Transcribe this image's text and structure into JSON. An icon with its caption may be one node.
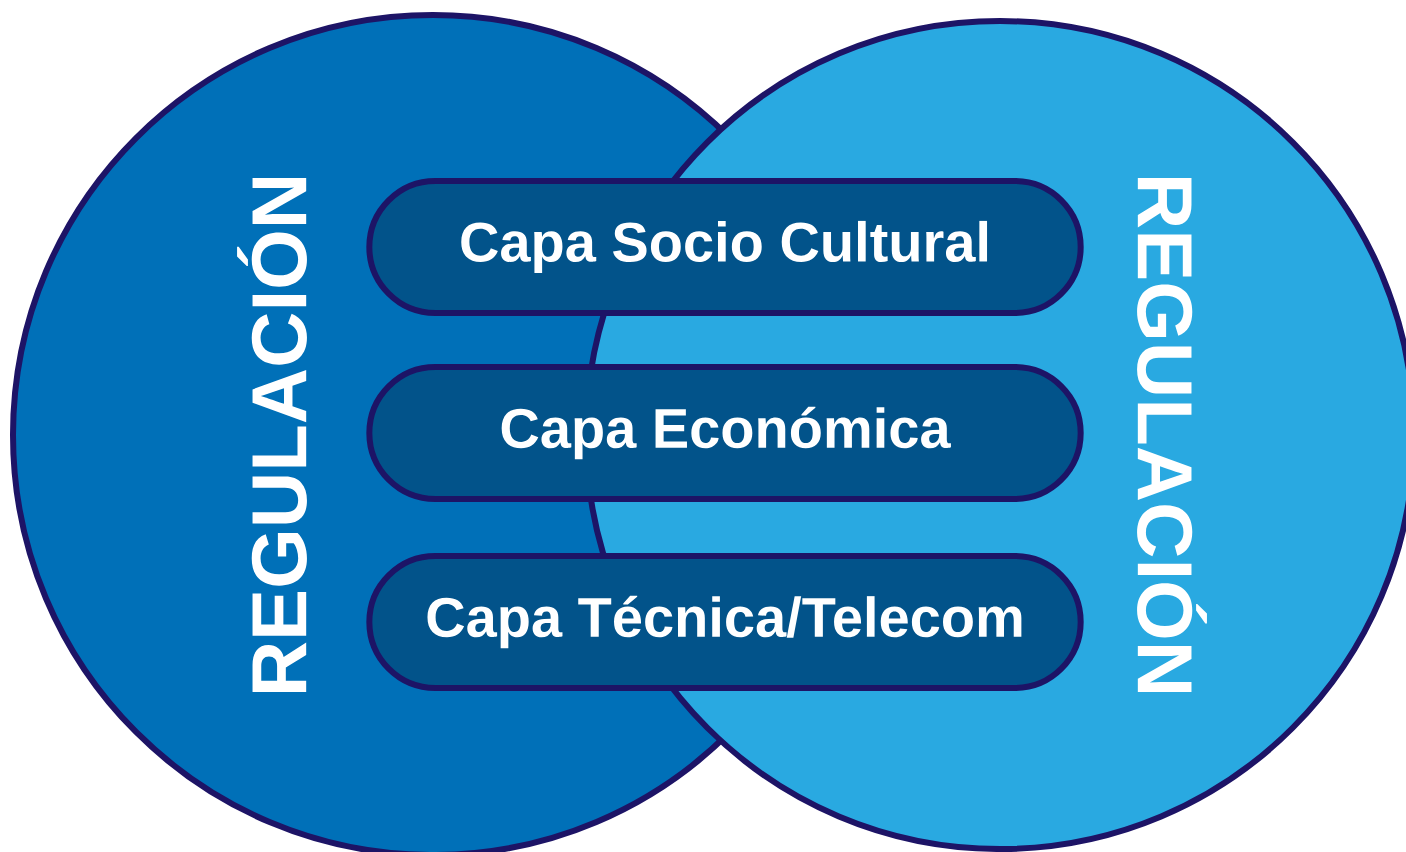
{
  "diagram": {
    "nodes": [
      {
        "text": [
          "REGULACIÓN"
        ]
      },
      {
        "text": [
          "REGULACIÓN"
        ]
      },
      {
        "text": [
          "Capa Socio Cultural"
        ]
      },
      {
        "text": [
          "Capa Económica"
        ]
      },
      {
        "text": [
          "Capa Técnica/Telecom"
        ]
      }
    ]
  }
}
